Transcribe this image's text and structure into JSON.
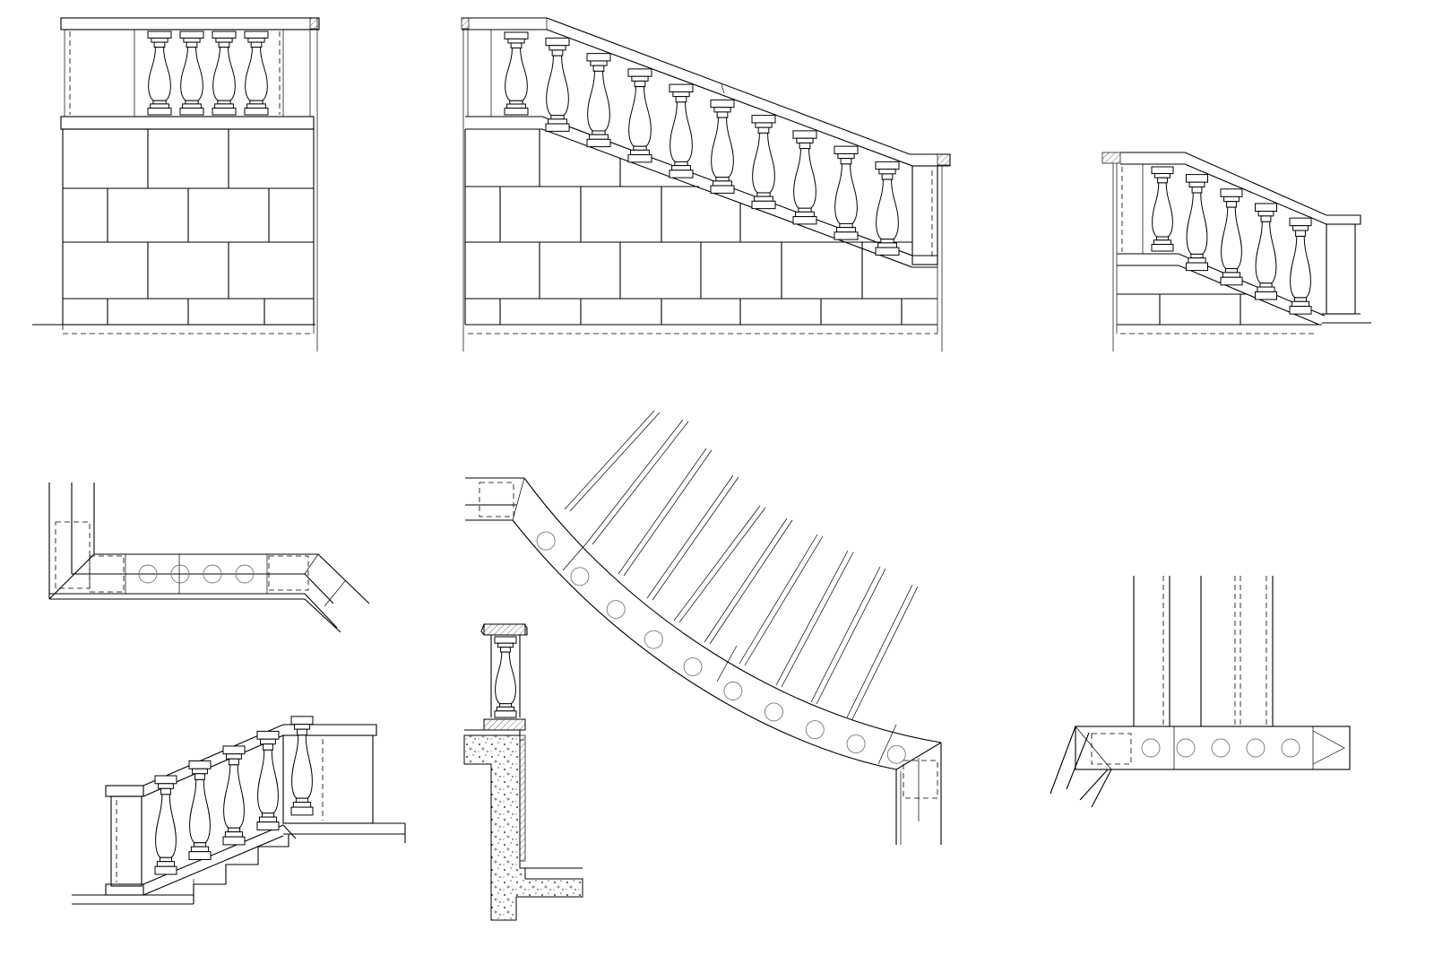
{
  "drawing": {
    "subject": "stone-balustrade-cad-details",
    "background_color": "#ffffff",
    "line_color": "#000000",
    "hidden_line_style": "dashed",
    "baluster_circle_color": "#777777"
  },
  "views": [
    {
      "id": "front-elevation",
      "balusters": 4
    },
    {
      "id": "stair-elevation-large",
      "balusters": 10
    },
    {
      "id": "stair-elevation-small",
      "balusters": 5
    },
    {
      "id": "plan-corner-left",
      "baluster_circles": 4
    },
    {
      "id": "plan-curved",
      "baluster_circles": 10
    },
    {
      "id": "plan-corner-right",
      "baluster_circles": 5
    },
    {
      "id": "stair-elevation-lower",
      "balusters": 5
    },
    {
      "id": "section-detail",
      "balusters": 1
    }
  ]
}
